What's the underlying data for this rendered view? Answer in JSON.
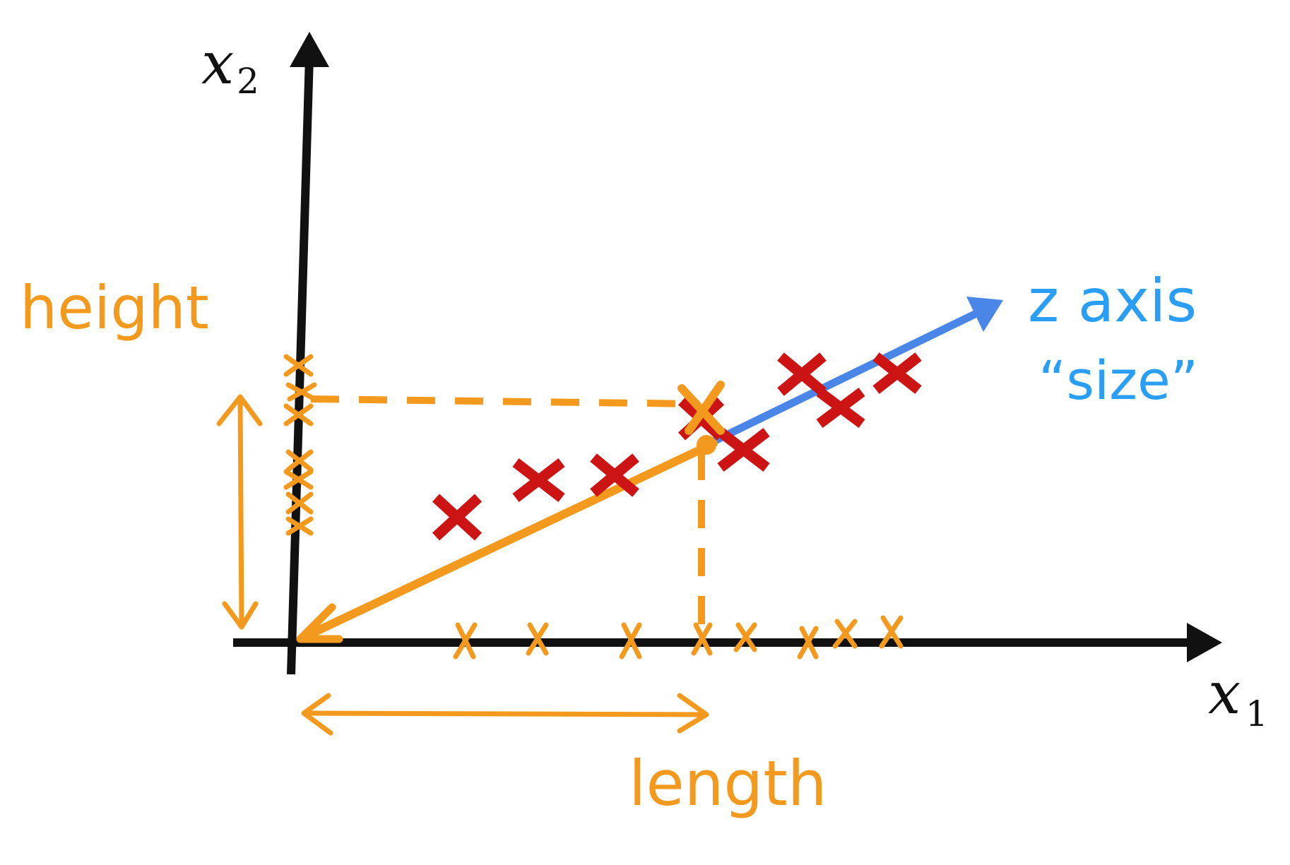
{
  "axes": {
    "x_label_base": "x",
    "x_label_sub": "1",
    "y_label_base": "x",
    "y_label_sub": "2"
  },
  "annotations": {
    "height": "height",
    "length": "length",
    "z_axis": "z axis",
    "size": "“size”"
  },
  "points_count": 8,
  "colors": {
    "axis": "#111111",
    "points": "#cc1414",
    "projection": "#f39a1e",
    "z_axis": "#4a86e8",
    "z_text": "#2a9df4"
  }
}
